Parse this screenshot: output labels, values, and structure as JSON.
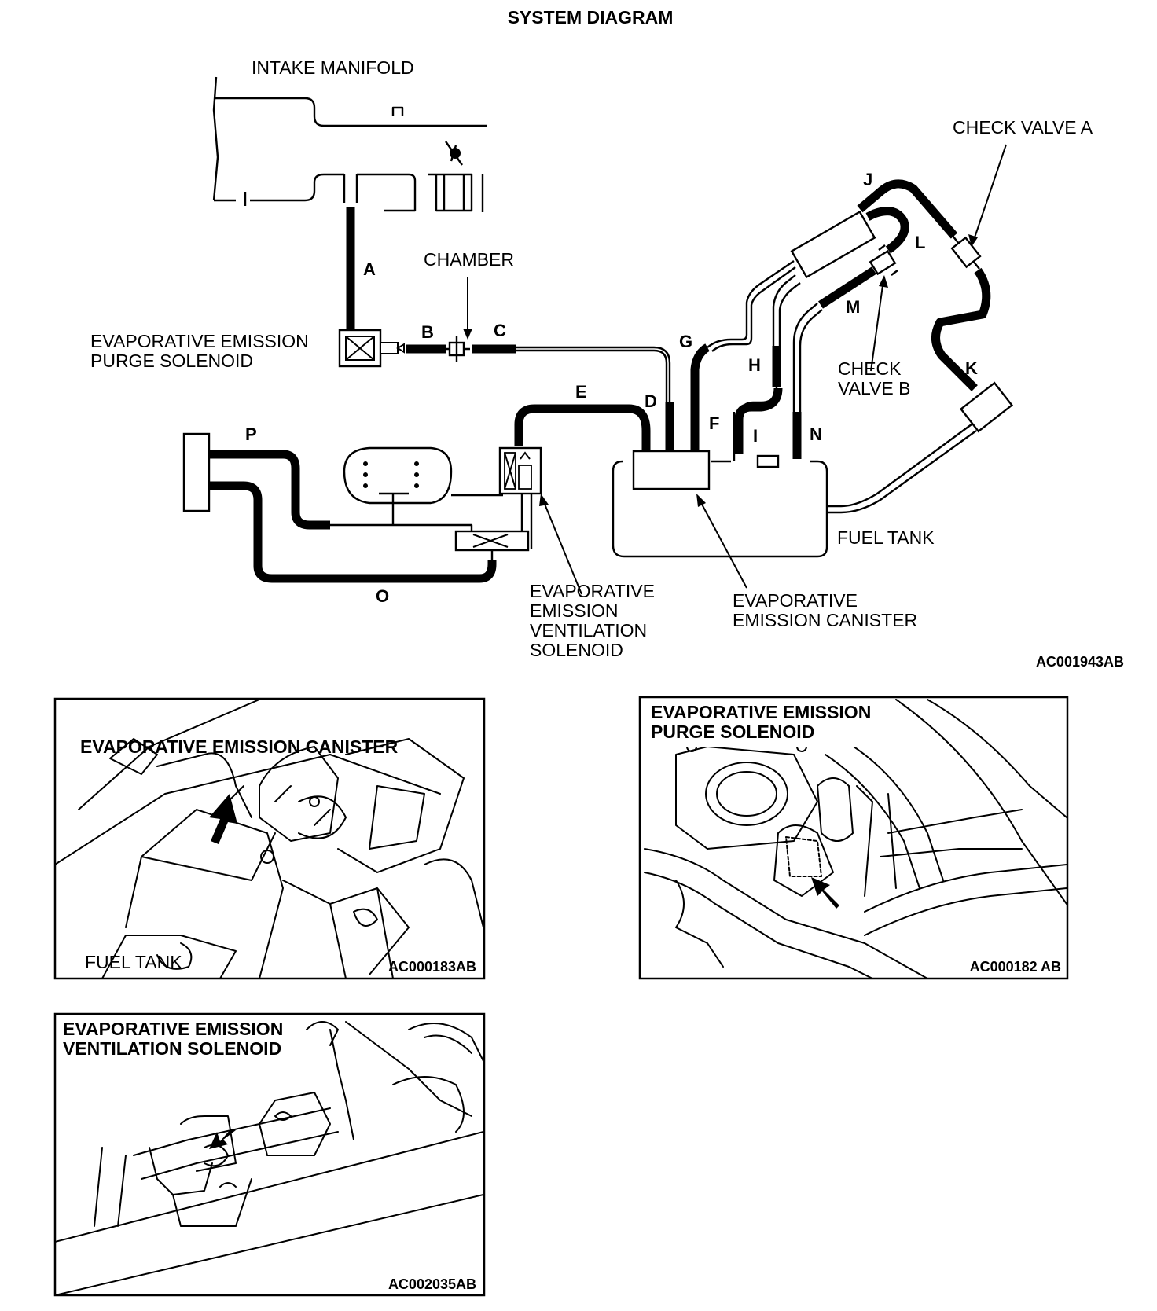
{
  "diagram": {
    "title": "SYSTEM DIAGRAM",
    "labels": {
      "intake_manifold": "INTAKE MANIFOLD",
      "chamber": "CHAMBER",
      "check_valve_a": "CHECK VALVE A",
      "check_valve_b_line1": "CHECK",
      "check_valve_b_line2": "VALVE B",
      "purge_solenoid_line1": "EVAPORATIVE EMISSION",
      "purge_solenoid_line2": "PURGE SOLENOID",
      "vent_solenoid_line1": "EVAPORATIVE",
      "vent_solenoid_line2": "EMISSION",
      "vent_solenoid_line3": "VENTILATION",
      "vent_solenoid_line4": "SOLENOID",
      "canister_line1": "EVAPORATIVE",
      "canister_line2": "EMISSION CANISTER",
      "fuel_tank": "FUEL TANK"
    },
    "hose_letters": [
      "A",
      "B",
      "C",
      "D",
      "E",
      "F",
      "G",
      "H",
      "I",
      "J",
      "K",
      "L",
      "M",
      "N",
      "O",
      "P"
    ],
    "figure_code": "AC001943AB"
  },
  "panels": [
    {
      "title_line1": "EVAPORATIVE EMISSION CANISTER",
      "title_line2": "",
      "callout": "FUEL TANK",
      "code": "AC000183AB"
    },
    {
      "title_line1": "EVAPORATIVE EMISSION",
      "title_line2": "PURGE SOLENOID",
      "callout": "",
      "code": "AC000182 AB"
    },
    {
      "title_line1": "EVAPORATIVE EMISSION",
      "title_line2": "VENTILATION SOLENOID",
      "callout": "",
      "code": "AC002035AB"
    }
  ]
}
